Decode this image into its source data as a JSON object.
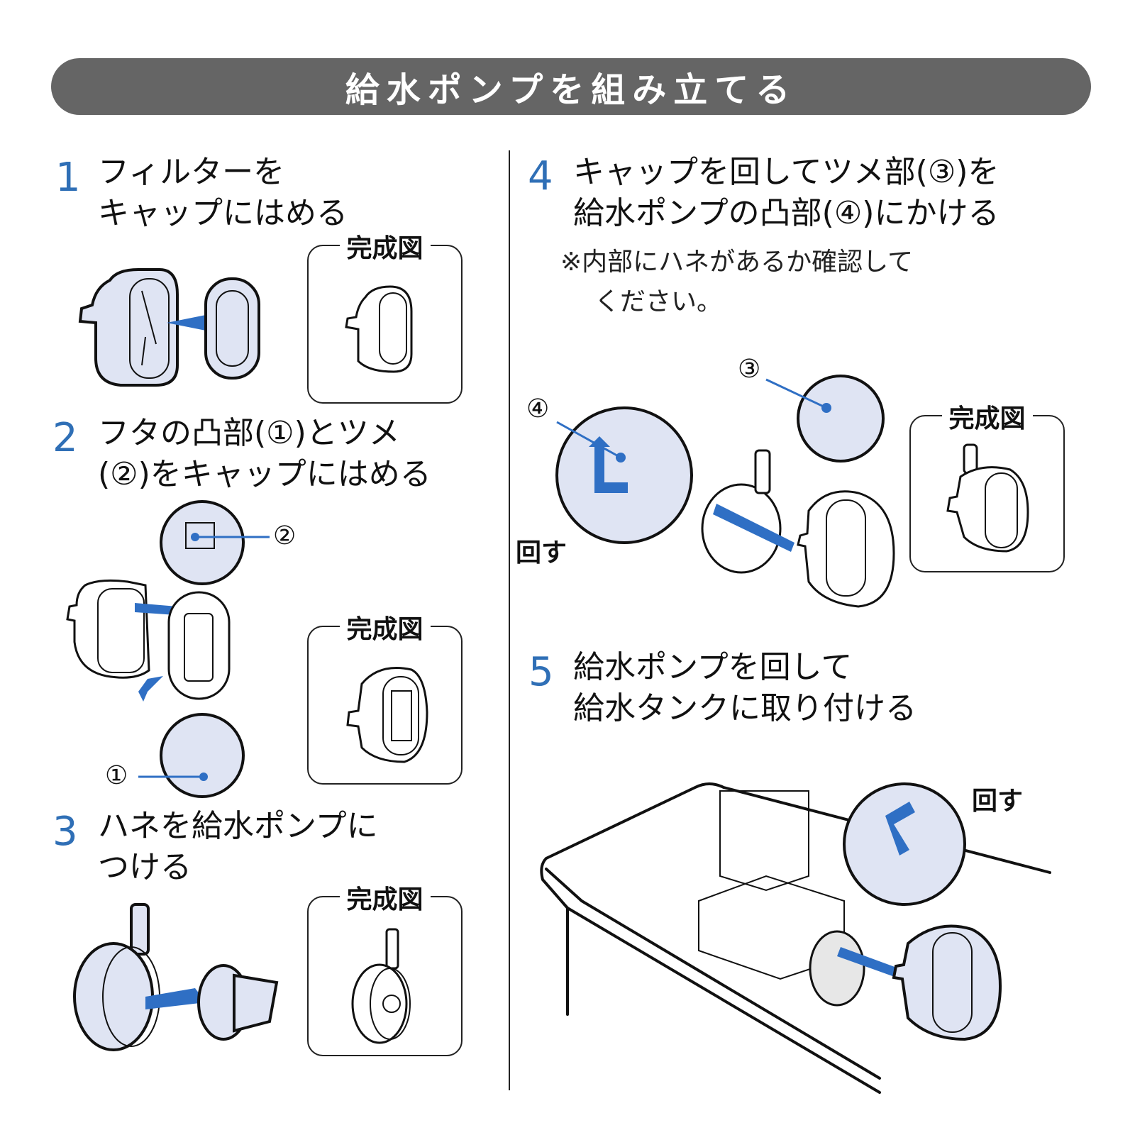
{
  "header": {
    "title": "給水ポンプを組み立てる"
  },
  "colors": {
    "banner": "#656565",
    "accent_blue": "#2f6fb6",
    "part_fill": "#dfe4f3"
  },
  "completed_label": "完成図",
  "steps": [
    {
      "number": "1",
      "lines": [
        "フィルターを",
        "キャップにはめる"
      ]
    },
    {
      "number": "2",
      "lines": [
        "フタの凸部(①)とツメ",
        "(②)をキャップにはめる"
      ],
      "callouts": [
        "②",
        "①"
      ]
    },
    {
      "number": "3",
      "lines": [
        "ハネを給水ポンプに",
        "つける"
      ]
    },
    {
      "number": "4",
      "lines": [
        "キャップを回してツメ部(③)を",
        "給水ポンプの凸部(④)にかける"
      ],
      "note": [
        "※内部にハネがあるか確認して",
        "ください。"
      ],
      "callouts": [
        "③",
        "④"
      ],
      "turn_label": "回す"
    },
    {
      "number": "5",
      "lines": [
        "給水ポンプを回して",
        "給水タンクに取り付ける"
      ],
      "turn_label": "回す"
    }
  ]
}
